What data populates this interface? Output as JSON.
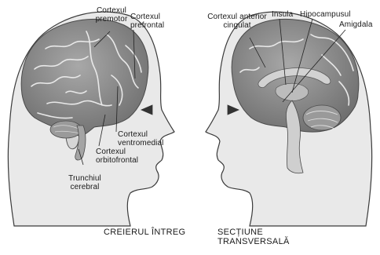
{
  "labels": {
    "cortex_premotor": [
      "Cortexul",
      "premotor"
    ],
    "cortex_prefrontal": [
      "Cortexul",
      "prefrontal"
    ],
    "cortex_ventromedial": [
      "Cortexul",
      "ventromedial"
    ],
    "cortex_orbitofrontal": [
      "Cortexul",
      "orbitofrontal"
    ],
    "brainstem": [
      "Trunchiul",
      "cerebral"
    ],
    "anterior_cingulate": [
      "Cortexul anterior",
      "cingulat"
    ],
    "insula": "Insula",
    "hippocampus": "Hipocampusul",
    "amygdala": "Amigdala"
  },
  "captions": {
    "whole_brain": "CREIERUL ÎNTREG",
    "cross_section": [
      "SECȚIUNE",
      "TRANSVERSALĂ"
    ]
  },
  "colors": {
    "head_fill": "#e9e9e9",
    "head_outline": "#3a3a3a",
    "brain_fill": "#8c8c8c",
    "brain_light": "#c4c4c4",
    "leader_line": "#222222"
  }
}
